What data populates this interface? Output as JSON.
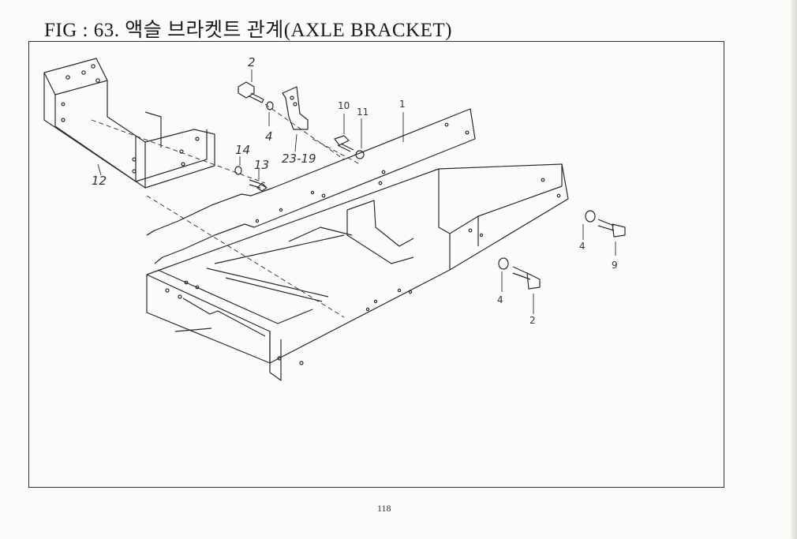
{
  "figure": {
    "title": "FIG : 63. 액슬 브라켓트 관계(AXLE BRACKET)",
    "page_number": "118"
  },
  "callouts": {
    "c1": "1",
    "c2_top": "2",
    "c2_bottom": "2",
    "c4_top": "4",
    "c4_right": "4",
    "c4_bottom": "4",
    "c9": "9",
    "c10": "10",
    "c11": "11",
    "c12": "12",
    "c13": "13",
    "c14": "14",
    "c23_19": "23-19"
  }
}
